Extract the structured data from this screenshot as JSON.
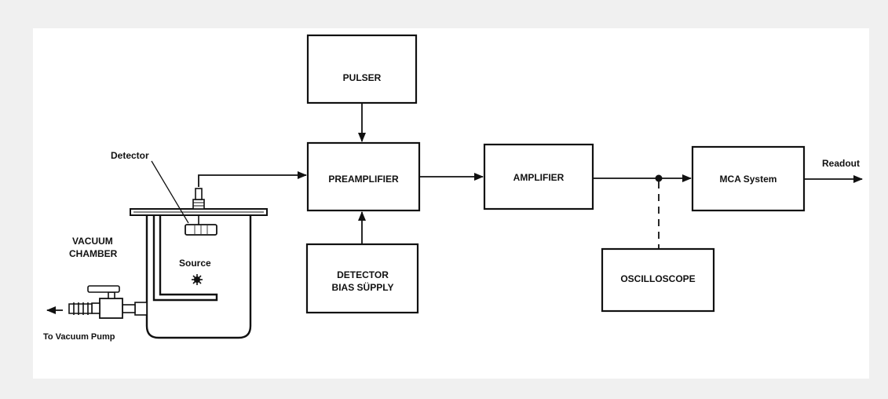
{
  "diagram": {
    "blocks": {
      "pulser": "PULSER",
      "preamplifier": "PREAMPLIFIER",
      "amplifier": "AMPLIFIER",
      "mca_system": "MCA System",
      "bias_supply_line1": "DETECTOR",
      "bias_supply_line2": "BIAS SÜPPLY",
      "oscilloscope": "OSCILLOSCOPE"
    },
    "labels": {
      "detector": "Detector",
      "vacuum_chamber_line1": "VACUUM",
      "vacuum_chamber_line2": "CHAMBER",
      "source": "Source",
      "to_vacuum_pump": "To Vacuum Pump",
      "readout": "Readout"
    }
  }
}
